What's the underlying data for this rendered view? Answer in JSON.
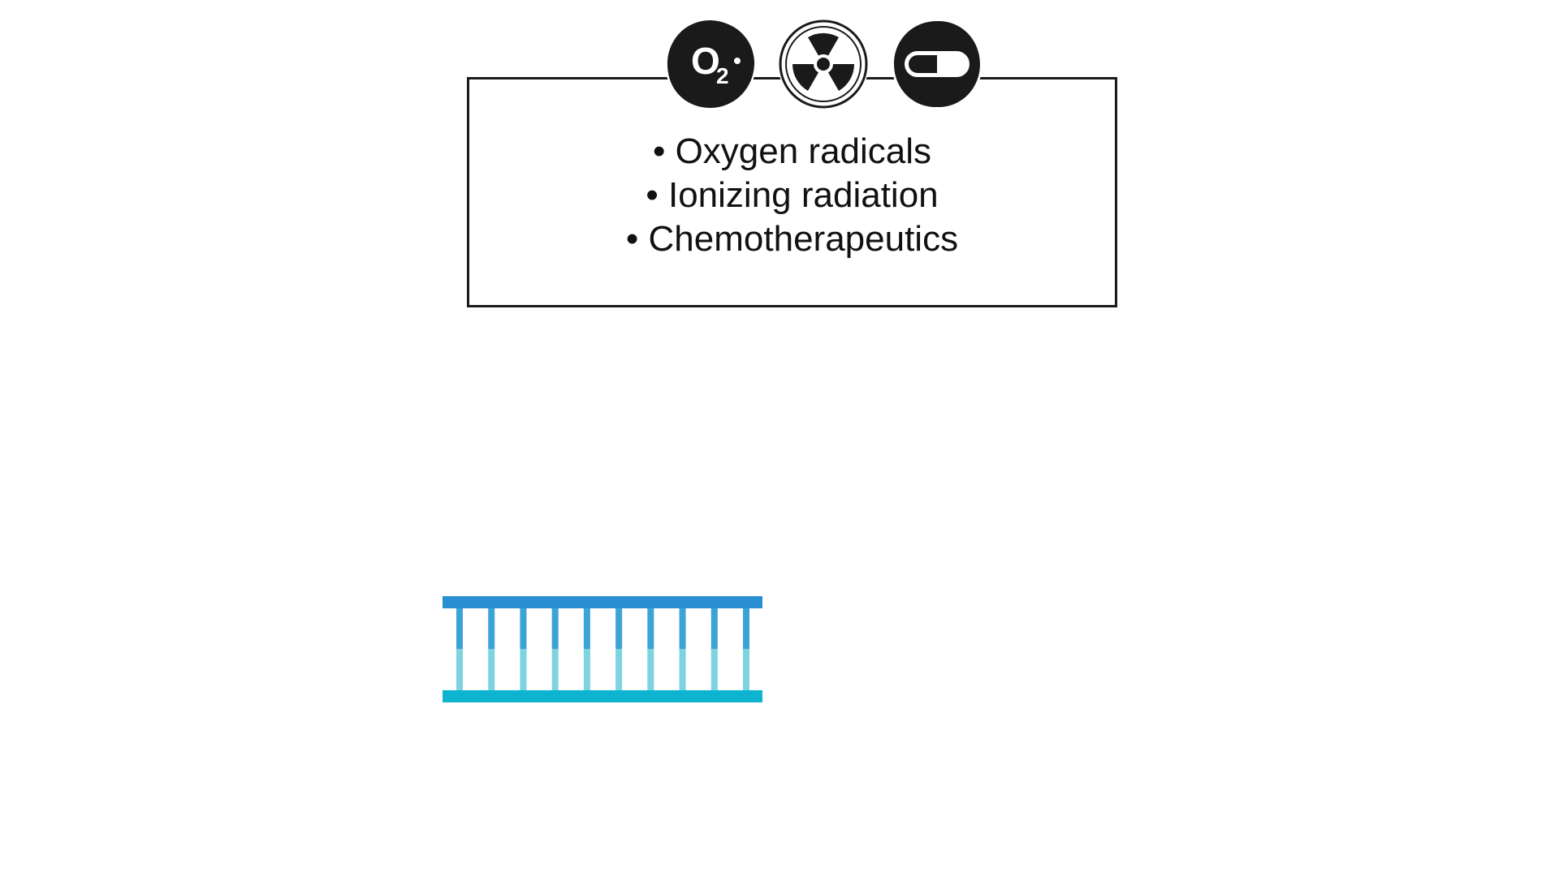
{
  "damage_sources": {
    "items": [
      "• Oxygen radicals",
      "• Ionizing radiation",
      "• Chemotherapeutics"
    ],
    "icons": {
      "oxygen_icon_text": "O",
      "oxygen_icon_subscript": "2",
      "oxygen_icon_name": "oxygen-radical-icon",
      "radiation_icon_name": "radiation-hazard-icon",
      "pill_icon_name": "pill-capsule-icon"
    }
  },
  "dna": {
    "icon_name": "dna-double-strand-icon",
    "colors": {
      "top_strand": "#2a8fd0",
      "bottom_strand": "#0eb3cf",
      "upper_rungs": "#3aa3d8",
      "lower_rungs": "#7dd3e0"
    },
    "rung_count": 10
  },
  "colors": {
    "border": "#1a1a1a",
    "icon_fill": "#1a1a1a",
    "background": "#ffffff"
  }
}
